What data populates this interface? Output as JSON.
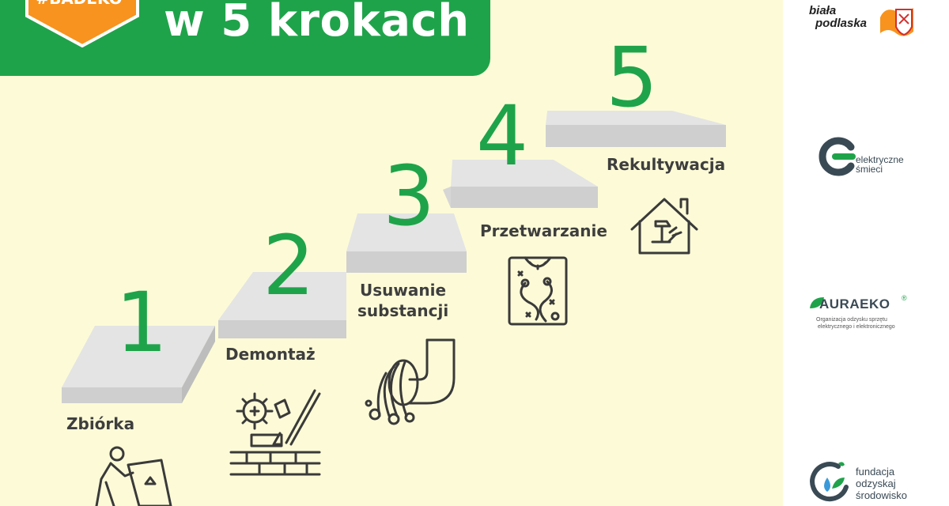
{
  "header": {
    "badge_text": "#BADEKO",
    "title": "w 5 krokach"
  },
  "steps": [
    {
      "number": "1",
      "label": "Zbiórka",
      "icon": "person-pushing-recycling-bin-icon"
    },
    {
      "number": "2",
      "label": "Demontaż",
      "icon": "dismantling-tools-icon"
    },
    {
      "number": "3",
      "label": "Usuwanie substancji",
      "label_line1": "Usuwanie",
      "label_line2": "substancji",
      "icon": "pipe-draining-icon"
    },
    {
      "number": "4",
      "label": "Przetwarzanie",
      "icon": "circuit-board-icon"
    },
    {
      "number": "5",
      "label": "Rekultywacja",
      "icon": "house-with-tools-icon"
    }
  ],
  "partners": {
    "biala_podlaska": {
      "line1": "biała",
      "line2": "podlaska"
    },
    "elektryczne_smieci": {
      "line1": "elektryczne",
      "line2": "śmieci"
    },
    "aura_eko": {
      "name": "AURAEKO",
      "registered": "®",
      "tagline1": "Organizacja odzysku sprzętu",
      "tagline2": "elektrycznego i elektronicznego"
    },
    "fundacja": {
      "line1": "fundacja",
      "line2": "odzyskaj",
      "line3": "środowisko"
    }
  },
  "colors": {
    "green": "#1fa34a",
    "orange": "#f7931e",
    "background": "#fdfbd7",
    "step_gray": "#e2e2e2"
  }
}
